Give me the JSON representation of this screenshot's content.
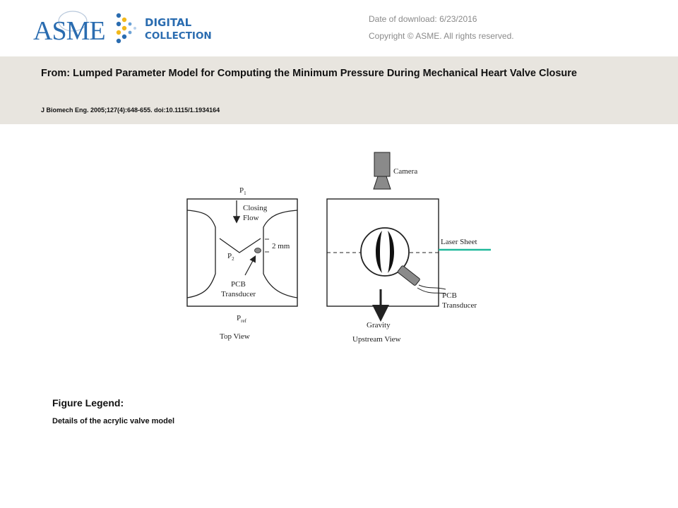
{
  "header": {
    "logo": {
      "brand_text": "ASME",
      "product_line1": "DIGITAL",
      "product_line2": "COLLECTION",
      "brand_color": "#2a6cb0",
      "accent_color": "#f2b81a"
    },
    "download_label": "Date of download:",
    "download_date": "6/23/2016",
    "copyright": "Copyright © ASME. All rights reserved."
  },
  "article": {
    "title": "From: Lumped Parameter Model for Computing the Minimum Pressure During Mechanical Heart Valve Closure",
    "citation": "J Biomech Eng. 2005;127(4):648-655. doi:10.1115/1.1934164"
  },
  "figure": {
    "top_view": {
      "p1_main": "P",
      "p1_sub": "1",
      "flow_line1": "Closing",
      "flow_line2": "Flow",
      "gap": "2 mm",
      "p2_main": "P",
      "p2_sub": "2",
      "transducer_line1": "PCB",
      "transducer_line2": "Transducer",
      "pref_main": "P",
      "pref_sub": "ref",
      "caption": "Top View"
    },
    "upstream_view": {
      "camera": "Camera",
      "laser": "Laser Sheet",
      "laser_color": "#1fb89a",
      "transducer_line1": "PCB",
      "transducer_line2": "Transducer",
      "gravity": "Gravity",
      "caption": "Upstream View"
    }
  },
  "legend": {
    "heading": "Figure Legend:",
    "text": "Details of the acrylic valve model"
  }
}
